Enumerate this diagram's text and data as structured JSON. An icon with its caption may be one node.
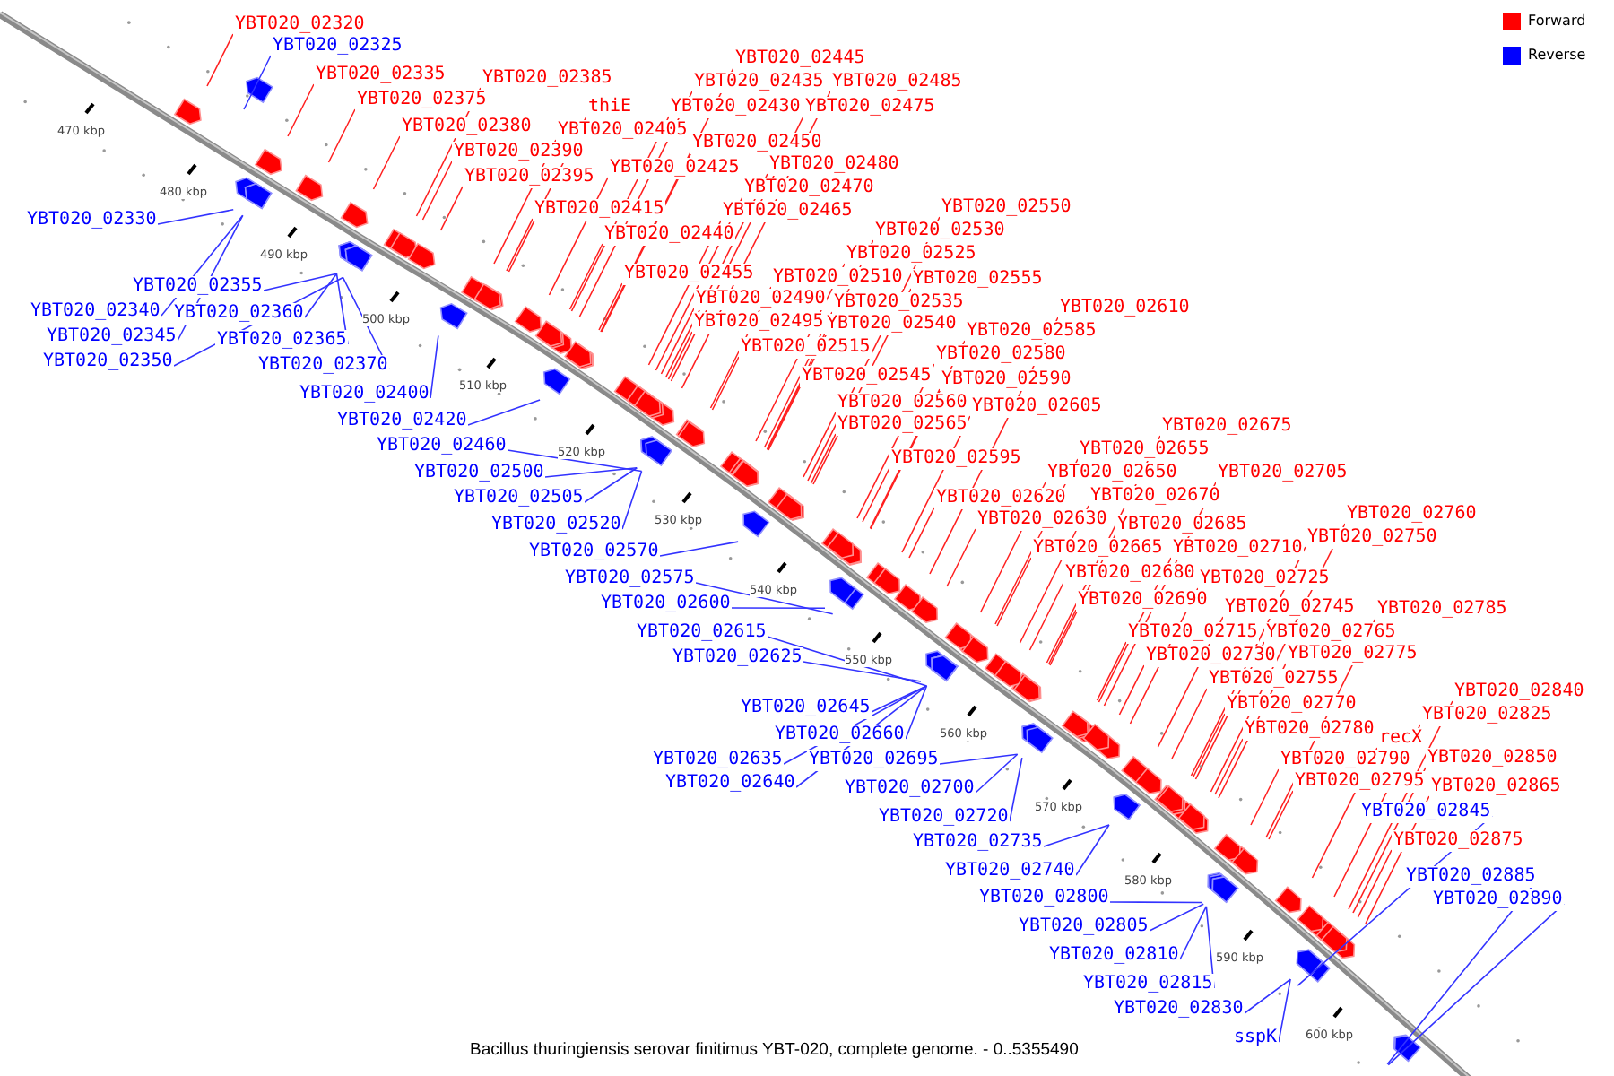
{
  "diagram": {
    "caption": "Bacillus thuringiensis serovar finitimus YBT-020, complete genome. - 0..5355490",
    "nodes": [
      {
        "text": [
          "YBT020_02320"
        ]
      },
      {
        "text": [
          "YBT020_02325"
        ]
      },
      {
        "text": [
          "YBT020_02445"
        ]
      },
      {
        "text": [
          "YBT020_02335"
        ]
      },
      {
        "text": [
          "YBT020_02385"
        ]
      },
      {
        "text": [
          "YBT020_02435"
        ]
      },
      {
        "text": [
          "YBT020_02485"
        ]
      },
      {
        "text": [
          "YBT020_02375"
        ]
      },
      {
        "text": [
          "thiE"
        ]
      },
      {
        "text": [
          "YBT020_02430"
        ]
      },
      {
        "text": [
          "YBT020_02475"
        ]
      },
      {
        "text": [
          "YBT020_02380"
        ]
      },
      {
        "text": [
          "YBT020_02405"
        ]
      },
      {
        "text": [
          "YBT020_02450"
        ]
      },
      {
        "text": [
          "YBT020_02390"
        ]
      },
      {
        "text": [
          "YBT020_02425"
        ]
      },
      {
        "text": [
          "YBT020_02480"
        ]
      },
      {
        "text": [
          "YBT020_02395"
        ]
      },
      {
        "text": [
          "YBT020_02470"
        ]
      },
      {
        "text": [
          "YBT020_02415"
        ]
      },
      {
        "text": [
          "YBT020_02465"
        ]
      },
      {
        "text": [
          "YBT020_02550"
        ]
      },
      {
        "text": [
          "YBT020_02330"
        ]
      },
      {
        "text": [
          "YBT020_02530"
        ]
      },
      {
        "text": [
          "YBT020_02440"
        ]
      },
      {
        "text": [
          "YBT020_02525"
        ]
      },
      {
        "text": [
          "YBT020_02455"
        ]
      },
      {
        "text": [
          "YBT020_02510"
        ]
      },
      {
        "text": [
          "YBT020_02555"
        ]
      },
      {
        "text": [
          "YBT020_02355"
        ]
      },
      {
        "text": [
          "YBT020_02490"
        ]
      },
      {
        "text": [
          "YBT020_02535"
        ]
      },
      {
        "text": [
          "YBT020_02610"
        ]
      },
      {
        "text": [
          "YBT020_02340"
        ]
      },
      {
        "text": [
          "YBT020_02360"
        ]
      },
      {
        "text": [
          "YBT020_02495"
        ]
      },
      {
        "text": [
          "YBT020_02540"
        ]
      },
      {
        "text": [
          "YBT020_02585"
        ]
      },
      {
        "text": [
          "YBT020_02345"
        ]
      },
      {
        "text": [
          "YBT020_02365"
        ]
      },
      {
        "text": [
          "YBT020_02515"
        ]
      },
      {
        "text": [
          "YBT020_02580"
        ]
      },
      {
        "text": [
          "YBT020_02350"
        ]
      },
      {
        "text": [
          "YBT020_02370"
        ]
      },
      {
        "text": [
          "YBT020_02545"
        ]
      },
      {
        "text": [
          "YBT020_02590"
        ]
      },
      {
        "text": [
          "YBT020_02400"
        ]
      },
      {
        "text": [
          "YBT020_02560"
        ]
      },
      {
        "text": [
          "YBT020_02605"
        ]
      },
      {
        "text": [
          "YBT020_02420"
        ]
      },
      {
        "text": [
          "YBT020_02565"
        ]
      },
      {
        "text": [
          "YBT020_02675"
        ]
      },
      {
        "text": [
          "YBT020_02460"
        ]
      },
      {
        "text": [
          "YBT020_02655"
        ]
      },
      {
        "text": [
          "YBT020_02595"
        ]
      },
      {
        "text": [
          "YBT020_02500"
        ]
      },
      {
        "text": [
          "YBT020_02650"
        ]
      },
      {
        "text": [
          "YBT020_02705"
        ]
      },
      {
        "text": [
          "YBT020_02670"
        ]
      },
      {
        "text": [
          "YBT020_02505"
        ]
      },
      {
        "text": [
          "YBT020_02620"
        ]
      },
      {
        "text": [
          "YBT020_02760"
        ]
      },
      {
        "text": [
          "YBT020_02630"
        ]
      },
      {
        "text": [
          "YBT020_02520"
        ]
      },
      {
        "text": [
          "YBT020_02685"
        ]
      },
      {
        "text": [
          "YBT020_02750"
        ]
      },
      {
        "text": [
          "YBT020_02665"
        ]
      },
      {
        "text": [
          "YBT020_02710"
        ]
      },
      {
        "text": [
          "YBT020_02570"
        ]
      },
      {
        "text": [
          "YBT020_02680"
        ]
      },
      {
        "text": [
          "YBT020_02575"
        ]
      },
      {
        "text": [
          "YBT020_02725"
        ]
      },
      {
        "text": [
          "YBT020_02690"
        ]
      },
      {
        "text": [
          "YBT020_02600"
        ]
      },
      {
        "text": [
          "YBT020_02745"
        ]
      },
      {
        "text": [
          "YBT020_02785"
        ]
      },
      {
        "text": [
          "YBT020_02615"
        ]
      },
      {
        "text": [
          "YBT020_02715"
        ]
      },
      {
        "text": [
          "YBT020_02765"
        ]
      },
      {
        "text": [
          "YBT020_02730"
        ]
      },
      {
        "text": [
          "YBT020_02775"
        ]
      },
      {
        "text": [
          "YBT020_02625"
        ]
      },
      {
        "text": [
          "YBT020_02755"
        ]
      },
      {
        "text": [
          "YBT020_02840"
        ]
      },
      {
        "text": [
          "YBT020_02770"
        ]
      },
      {
        "text": [
          "YBT020_02645"
        ]
      },
      {
        "text": [
          "YBT020_02825"
        ]
      },
      {
        "text": [
          "YBT020_02780"
        ]
      },
      {
        "text": [
          "YBT020_02660"
        ]
      },
      {
        "text": [
          "recX"
        ]
      },
      {
        "text": [
          "YBT020_02635"
        ]
      },
      {
        "text": [
          "YBT020_02695"
        ]
      },
      {
        "text": [
          "YBT020_02790"
        ]
      },
      {
        "text": [
          "YBT020_02850"
        ]
      },
      {
        "text": [
          "YBT020_02795"
        ]
      },
      {
        "text": [
          "YBT020_02640"
        ]
      },
      {
        "text": [
          "YBT020_02700"
        ]
      },
      {
        "text": [
          "YBT020_02865"
        ]
      },
      {
        "text": [
          "YBT020_02845"
        ]
      },
      {
        "text": [
          "YBT020_02720"
        ]
      },
      {
        "text": [
          "YBT020_02875"
        ]
      },
      {
        "text": [
          "YBT020_02735"
        ]
      },
      {
        "text": [
          "YBT020_02740"
        ]
      },
      {
        "text": [
          "YBT020_02885"
        ]
      },
      {
        "text": [
          "YBT020_02800"
        ]
      },
      {
        "text": [
          "YBT020_02890"
        ]
      },
      {
        "text": [
          "YBT020_02805"
        ]
      },
      {
        "text": [
          "YBT020_02810"
        ]
      },
      {
        "text": [
          "YBT020_02815"
        ]
      },
      {
        "text": [
          "YBT020_02830"
        ]
      },
      {
        "text": [
          "sspK"
        ]
      }
    ],
    "edges": [
      {
        "from": 0,
        "to": null,
        "arrow": "none"
      },
      {
        "from": 1,
        "to": null,
        "arrow": "none",
        "color": "#3333ff"
      },
      {
        "from": 2,
        "to": null,
        "arrow": "none"
      },
      {
        "from": 3,
        "to": null,
        "arrow": "none"
      },
      {
        "from": 4,
        "to": null,
        "arrow": "none"
      },
      {
        "from": 5,
        "to": null,
        "arrow": "none"
      },
      {
        "from": 6,
        "to": null,
        "arrow": "none"
      },
      {
        "from": 7,
        "to": null,
        "arrow": "none"
      },
      {
        "from": 8,
        "to": null,
        "arrow": "none"
      },
      {
        "from": 9,
        "to": null,
        "arrow": "none"
      },
      {
        "from": 10,
        "to": null,
        "arrow": "none"
      },
      {
        "from": 11,
        "to": null,
        "arrow": "none"
      },
      {
        "from": 12,
        "to": null,
        "arrow": "none"
      },
      {
        "from": 13,
        "to": null,
        "arrow": "none"
      },
      {
        "from": 14,
        "to": null,
        "arrow": "none"
      },
      {
        "from": 15,
        "to": null,
        "arrow": "none"
      },
      {
        "from": 16,
        "to": null,
        "arrow": "none"
      },
      {
        "from": 17,
        "to": null,
        "arrow": "none"
      },
      {
        "from": 18,
        "to": null,
        "arrow": "none"
      },
      {
        "from": 19,
        "to": null,
        "arrow": "none"
      },
      {
        "from": 20,
        "to": null,
        "arrow": "none"
      },
      {
        "from": 21,
        "to": null,
        "arrow": "none"
      },
      {
        "from": 22,
        "to": null,
        "arrow": "none",
        "color": "#3333ff"
      },
      {
        "from": 23,
        "to": null,
        "arrow": "none"
      },
      {
        "from": 24,
        "to": null,
        "arrow": "none"
      },
      {
        "from": 25,
        "to": null,
        "arrow": "none"
      },
      {
        "from": 26,
        "to": null,
        "arrow": "none"
      },
      {
        "from": 27,
        "to": null,
        "arrow": "none"
      },
      {
        "from": 28,
        "to": null,
        "arrow": "none"
      },
      {
        "from": 29,
        "to": null,
        "arrow": "none",
        "color": "#3333ff"
      },
      {
        "from": 30,
        "to": null,
        "arrow": "none"
      },
      {
        "from": 31,
        "to": null,
        "arrow": "none"
      },
      {
        "from": 32,
        "to": null,
        "arrow": "none"
      },
      {
        "from": 33,
        "to": null,
        "arrow": "none",
        "color": "#3333ff"
      },
      {
        "from": 34,
        "to": null,
        "arrow": "none",
        "color": "#3333ff"
      },
      {
        "from": 35,
        "to": null,
        "arrow": "none"
      },
      {
        "from": 36,
        "to": null,
        "arrow": "none"
      },
      {
        "from": 37,
        "to": null,
        "arrow": "none"
      },
      {
        "from": 38,
        "to": null,
        "arrow": "none",
        "color": "#3333ff"
      },
      {
        "from": 39,
        "to": null,
        "arrow": "none",
        "color": "#3333ff"
      },
      {
        "from": 40,
        "to": null,
        "arrow": "none"
      },
      {
        "from": 41,
        "to": null,
        "arrow": "none"
      },
      {
        "from": 42,
        "to": null,
        "arrow": "none",
        "color": "#3333ff"
      },
      {
        "from": 43,
        "to": null,
        "arrow": "none",
        "color": "#3333ff"
      },
      {
        "from": 44,
        "to": null,
        "arrow": "none"
      },
      {
        "from": 45,
        "to": null,
        "arrow": "none"
      },
      {
        "from": 46,
        "to": null,
        "arrow": "none",
        "color": "#3333ff"
      },
      {
        "from": 47,
        "to": null,
        "arrow": "none"
      },
      {
        "from": 48,
        "to": null,
        "arrow": "none"
      },
      {
        "from": 49,
        "to": null,
        "arrow": "none",
        "color": "#3333ff"
      },
      {
        "from": 50,
        "to": null,
        "arrow": "none"
      },
      {
        "from": 51,
        "to": null,
        "arrow": "none"
      },
      {
        "from": 52,
        "to": null,
        "arrow": "none",
        "color": "#3333ff"
      },
      {
        "from": 53,
        "to": null,
        "arrow": "none"
      },
      {
        "from": 54,
        "to": null,
        "arrow": "none"
      },
      {
        "from": 55,
        "to": null,
        "arrow": "none",
        "color": "#3333ff"
      },
      {
        "from": 56,
        "to": null,
        "arrow": "none"
      },
      {
        "from": 57,
        "to": null,
        "arrow": "none"
      },
      {
        "from": 58,
        "to": null,
        "arrow": "none"
      },
      {
        "from": 59,
        "to": null,
        "arrow": "none",
        "color": "#3333ff"
      },
      {
        "from": 60,
        "to": null,
        "arrow": "none"
      },
      {
        "from": 61,
        "to": null,
        "arrow": "none"
      },
      {
        "from": 62,
        "to": null,
        "arrow": "none"
      },
      {
        "from": 63,
        "to": null,
        "arrow": "none",
        "color": "#3333ff"
      },
      {
        "from": 64,
        "to": null,
        "arrow": "none"
      },
      {
        "from": 65,
        "to": null,
        "arrow": "none"
      },
      {
        "from": 66,
        "to": null,
        "arrow": "none"
      },
      {
        "from": 67,
        "to": null,
        "arrow": "none"
      },
      {
        "from": 68,
        "to": null,
        "arrow": "none",
        "color": "#3333ff"
      },
      {
        "from": 69,
        "to": null,
        "arrow": "none"
      },
      {
        "from": 70,
        "to": null,
        "arrow": "none",
        "color": "#3333ff"
      },
      {
        "from": 71,
        "to": null,
        "arrow": "none"
      },
      {
        "from": 72,
        "to": null,
        "arrow": "none"
      },
      {
        "from": 73,
        "to": null,
        "arrow": "none",
        "color": "#3333ff"
      },
      {
        "from": 74,
        "to": null,
        "arrow": "none"
      },
      {
        "from": 75,
        "to": null,
        "arrow": "none"
      },
      {
        "from": 76,
        "to": null,
        "arrow": "none",
        "color": "#3333ff"
      },
      {
        "from": 77,
        "to": null,
        "arrow": "none"
      },
      {
        "from": 78,
        "to": null,
        "arrow": "none"
      },
      {
        "from": 79,
        "to": null,
        "arrow": "none"
      },
      {
        "from": 80,
        "to": null,
        "arrow": "none"
      },
      {
        "from": 81,
        "to": null,
        "arrow": "none",
        "color": "#3333ff"
      },
      {
        "from": 82,
        "to": null,
        "arrow": "none"
      },
      {
        "from": 83,
        "to": null,
        "arrow": "none"
      },
      {
        "from": 84,
        "to": null,
        "arrow": "none"
      },
      {
        "from": 85,
        "to": null,
        "arrow": "none",
        "color": "#3333ff"
      },
      {
        "from": 86,
        "to": null,
        "arrow": "none"
      },
      {
        "from": 87,
        "to": null,
        "arrow": "none"
      },
      {
        "from": 88,
        "to": null,
        "arrow": "none",
        "color": "#3333ff"
      },
      {
        "from": 89,
        "to": null,
        "arrow": "none"
      },
      {
        "from": 90,
        "to": null,
        "arrow": "none",
        "color": "#3333ff"
      },
      {
        "from": 91,
        "to": null,
        "arrow": "none",
        "color": "#3333ff"
      },
      {
        "from": 92,
        "to": null,
        "arrow": "none"
      },
      {
        "from": 93,
        "to": null,
        "arrow": "none"
      },
      {
        "from": 94,
        "to": null,
        "arrow": "none"
      },
      {
        "from": 95,
        "to": null,
        "arrow": "none",
        "color": "#3333ff"
      },
      {
        "from": 96,
        "to": null,
        "arrow": "none",
        "color": "#3333ff"
      },
      {
        "from": 97,
        "to": null,
        "arrow": "none"
      },
      {
        "from": 98,
        "to": null,
        "arrow": "none",
        "color": "#3333ff"
      },
      {
        "from": 99,
        "to": null,
        "arrow": "none",
        "color": "#3333ff"
      },
      {
        "from": 100,
        "to": null,
        "arrow": "none"
      },
      {
        "from": 101,
        "to": null,
        "arrow": "none",
        "color": "#3333ff"
      },
      {
        "from": 102,
        "to": null,
        "arrow": "none",
        "color": "#3333ff"
      },
      {
        "from": 103,
        "to": null,
        "arrow": "none",
        "color": "#3333ff"
      },
      {
        "from": 104,
        "to": null,
        "arrow": "none",
        "color": "#3333ff"
      },
      {
        "from": 105,
        "to": null,
        "arrow": "none",
        "color": "#3333ff"
      },
      {
        "from": 106,
        "to": null,
        "arrow": "none",
        "color": "#3333ff"
      },
      {
        "from": 107,
        "to": null,
        "arrow": "none",
        "color": "#3333ff"
      },
      {
        "from": 108,
        "to": null,
        "arrow": "none",
        "color": "#3333ff"
      },
      {
        "from": 109,
        "to": null,
        "arrow": "none",
        "color": "#3333ff"
      },
      {
        "from": 110,
        "to": null,
        "arrow": "none",
        "color": "#3333ff"
      }
    ],
    "labels": [
      "470 kbp",
      "480 kbp",
      "490 kbp",
      "500 kbp",
      "510 kbp",
      "520 kbp",
      "530 kbp",
      "540 kbp",
      "550 kbp",
      "560 kbp",
      "570 kbp",
      "580 kbp",
      "590 kbp",
      "600 kbp"
    ],
    "legend": [
      {
        "text": "Forward",
        "color": "#ff0000"
      },
      {
        "text": "Reverse",
        "color": "#0000ff"
      }
    ]
  }
}
